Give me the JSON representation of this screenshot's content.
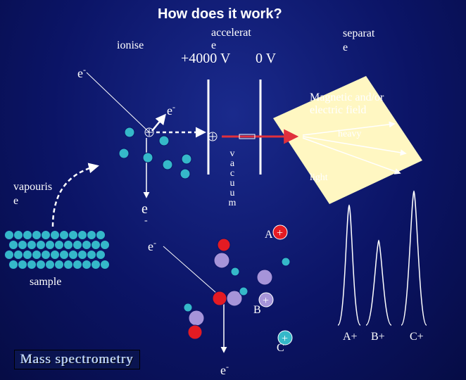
{
  "title": "How does it work?",
  "steps": {
    "ionise": "ionise",
    "accelerate": "accelerat\ne",
    "separate": "separat\ne",
    "vapourise": "vapouris\ne",
    "sample": "sample"
  },
  "voltages": {
    "positive": "+4000 V",
    "zero": "0 V"
  },
  "vacuum": "vacuum",
  "field": {
    "label": "Magnetic and/or\nelectric field",
    "heavy": "heavy",
    "light": "light"
  },
  "electrons": {
    "e1": "e",
    "e2": "e",
    "e3": "e",
    "e4": "e",
    "e5": "e"
  },
  "ions": {
    "a": "A",
    "b": "B",
    "c": "C"
  },
  "spectrum": {
    "peaks": [
      "A+",
      "B+",
      "C+"
    ]
  },
  "footer_badge": "Mass spectrometry",
  "colors": {
    "background": "#0b1466",
    "field_panel": "#fff7c2",
    "beam_red": "#e0303c",
    "ion_cyan": "#35b8c9",
    "ion_purple": "#a694d9",
    "ion_red": "#e41b23"
  }
}
